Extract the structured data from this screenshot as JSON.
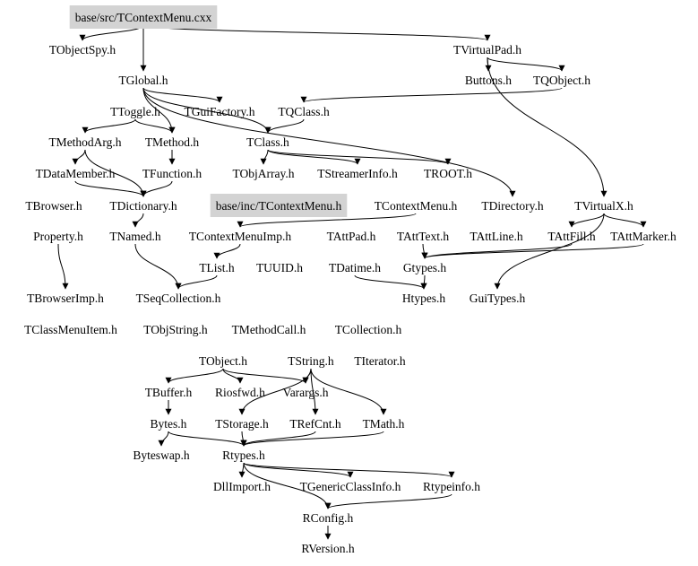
{
  "title": "base/inc/TContextMenu.h include dependency graph",
  "colors": {
    "highlight_fill": "#d3d3d3",
    "edge": "#000000",
    "text": "#000000",
    "background": "#ffffff"
  },
  "nodes": [
    {
      "id": "cxx",
      "label": "base/src/TContextMenu.cxx",
      "highlight": true
    },
    {
      "id": "TObjectSpy",
      "label": "TObjectSpy.h"
    },
    {
      "id": "TVirtualPad",
      "label": "TVirtualPad.h"
    },
    {
      "id": "TGlobal",
      "label": "TGlobal.h"
    },
    {
      "id": "Buttons",
      "label": "Buttons.h"
    },
    {
      "id": "TQObject",
      "label": "TQObject.h"
    },
    {
      "id": "TToggle",
      "label": "TToggle.h"
    },
    {
      "id": "TGuiFactory",
      "label": "TGuiFactory.h"
    },
    {
      "id": "TQClass",
      "label": "TQClass.h"
    },
    {
      "id": "TMethodArg",
      "label": "TMethodArg.h"
    },
    {
      "id": "TMethod",
      "label": "TMethod.h"
    },
    {
      "id": "TClass",
      "label": "TClass.h"
    },
    {
      "id": "TDataMember",
      "label": "TDataMember.h"
    },
    {
      "id": "TFunction",
      "label": "TFunction.h"
    },
    {
      "id": "TObjArray",
      "label": "TObjArray.h"
    },
    {
      "id": "TStreamerInfo",
      "label": "TStreamerInfo.h"
    },
    {
      "id": "TROOT",
      "label": "TROOT.h"
    },
    {
      "id": "TBrowser",
      "label": "TBrowser.h"
    },
    {
      "id": "TDictionary",
      "label": "TDictionary.h"
    },
    {
      "id": "hdr",
      "label": "base/inc/TContextMenu.h",
      "highlight": true
    },
    {
      "id": "TContextMenu",
      "label": "TContextMenu.h"
    },
    {
      "id": "TDirectory",
      "label": "TDirectory.h"
    },
    {
      "id": "TVirtualX",
      "label": "TVirtualX.h"
    },
    {
      "id": "Property",
      "label": "Property.h"
    },
    {
      "id": "TNamed",
      "label": "TNamed.h"
    },
    {
      "id": "TContextMenuImp",
      "label": "TContextMenuImp.h"
    },
    {
      "id": "TAttPad",
      "label": "TAttPad.h"
    },
    {
      "id": "TAttText",
      "label": "TAttText.h"
    },
    {
      "id": "TAttLine",
      "label": "TAttLine.h"
    },
    {
      "id": "TAttFill",
      "label": "TAttFill.h"
    },
    {
      "id": "TAttMarker",
      "label": "TAttMarker.h"
    },
    {
      "id": "TList",
      "label": "TList.h"
    },
    {
      "id": "TUUID",
      "label": "TUUID.h"
    },
    {
      "id": "TDatime",
      "label": "TDatime.h"
    },
    {
      "id": "Gtypes",
      "label": "Gtypes.h"
    },
    {
      "id": "TBrowserImp",
      "label": "TBrowserImp.h"
    },
    {
      "id": "TSeqCollection",
      "label": "TSeqCollection.h"
    },
    {
      "id": "Htypes",
      "label": "Htypes.h"
    },
    {
      "id": "GuiTypes",
      "label": "GuiTypes.h"
    },
    {
      "id": "TClassMenuItem",
      "label": "TClassMenuItem.h"
    },
    {
      "id": "TObjString",
      "label": "TObjString.h"
    },
    {
      "id": "TMethodCall",
      "label": "TMethodCall.h"
    },
    {
      "id": "TCollection",
      "label": "TCollection.h"
    },
    {
      "id": "TObject",
      "label": "TObject.h"
    },
    {
      "id": "TString",
      "label": "TString.h"
    },
    {
      "id": "TIterator",
      "label": "TIterator.h"
    },
    {
      "id": "TBuffer",
      "label": "TBuffer.h"
    },
    {
      "id": "Riosfwd",
      "label": "Riosfwd.h"
    },
    {
      "id": "Varargs",
      "label": "Varargs.h"
    },
    {
      "id": "Bytes",
      "label": "Bytes.h"
    },
    {
      "id": "TStorage",
      "label": "TStorage.h"
    },
    {
      "id": "TRefCnt",
      "label": "TRefCnt.h"
    },
    {
      "id": "TMath",
      "label": "TMath.h"
    },
    {
      "id": "Byteswap",
      "label": "Byteswap.h"
    },
    {
      "id": "Rtypes",
      "label": "Rtypes.h"
    },
    {
      "id": "DllImport",
      "label": "DllImport.h"
    },
    {
      "id": "TGenericClassInfo",
      "label": "TGenericClassInfo.h"
    },
    {
      "id": "Rtypeinfo",
      "label": "Rtypeinfo.h"
    },
    {
      "id": "RConfig",
      "label": "RConfig.h"
    },
    {
      "id": "RVersion",
      "label": "RVersion.h"
    }
  ],
  "edges": [
    [
      "cxx",
      "TObjectSpy"
    ],
    [
      "cxx",
      "TGlobal"
    ],
    [
      "cxx",
      "TVirtualPad"
    ],
    [
      "TVirtualPad",
      "Buttons"
    ],
    [
      "TVirtualPad",
      "TQObject"
    ],
    [
      "TVirtualPad",
      "TVirtualX"
    ],
    [
      "TQObject",
      "TQClass"
    ],
    [
      "TGlobal",
      "TGuiFactory"
    ],
    [
      "TGlobal",
      "TMethod"
    ],
    [
      "TGlobal",
      "TClass"
    ],
    [
      "TGlobal",
      "TDirectory"
    ],
    [
      "TToggle",
      "TMethodArg"
    ],
    [
      "TToggle",
      "TMethod"
    ],
    [
      "TQClass",
      "TClass"
    ],
    [
      "TMethodArg",
      "TDataMember"
    ],
    [
      "TMethodArg",
      "TDictionary"
    ],
    [
      "TMethod",
      "TFunction"
    ],
    [
      "TClass",
      "TObjArray"
    ],
    [
      "TClass",
      "TStreamerInfo"
    ],
    [
      "TClass",
      "TROOT"
    ],
    [
      "TDataMember",
      "TDictionary"
    ],
    [
      "TFunction",
      "TDictionary"
    ],
    [
      "TDictionary",
      "TNamed"
    ],
    [
      "TContextMenu",
      "TContextMenuImp"
    ],
    [
      "TVirtualX",
      "TAttFill"
    ],
    [
      "TVirtualX",
      "TAttMarker"
    ],
    [
      "TVirtualX",
      "GuiTypes"
    ],
    [
      "TAttText",
      "Gtypes"
    ],
    [
      "TAttFill",
      "Gtypes"
    ],
    [
      "TAttMarker",
      "Gtypes"
    ],
    [
      "TContextMenuImp",
      "TList"
    ],
    [
      "TNamed",
      "TSeqCollection"
    ],
    [
      "TList",
      "TSeqCollection"
    ],
    [
      "Property",
      "TBrowserImp"
    ],
    [
      "TDatime",
      "Htypes"
    ],
    [
      "Gtypes",
      "Htypes"
    ],
    [
      "TObject",
      "TBuffer"
    ],
    [
      "TObject",
      "Riosfwd"
    ],
    [
      "TObject",
      "Varargs"
    ],
    [
      "TString",
      "Varargs"
    ],
    [
      "TString",
      "TRefCnt"
    ],
    [
      "TString",
      "TMath"
    ],
    [
      "TString",
      "TStorage"
    ],
    [
      "TBuffer",
      "Bytes"
    ],
    [
      "Bytes",
      "Byteswap"
    ],
    [
      "TStorage",
      "Rtypes"
    ],
    [
      "TRefCnt",
      "Rtypes"
    ],
    [
      "TMath",
      "Rtypes"
    ],
    [
      "Bytes",
      "Rtypes"
    ],
    [
      "Rtypes",
      "DllImport"
    ],
    [
      "Rtypes",
      "TGenericClassInfo"
    ],
    [
      "Rtypes",
      "Rtypeinfo"
    ],
    [
      "Rtypeinfo",
      "RConfig"
    ],
    [
      "Rtypes",
      "RConfig"
    ],
    [
      "RConfig",
      "RVersion"
    ]
  ]
}
